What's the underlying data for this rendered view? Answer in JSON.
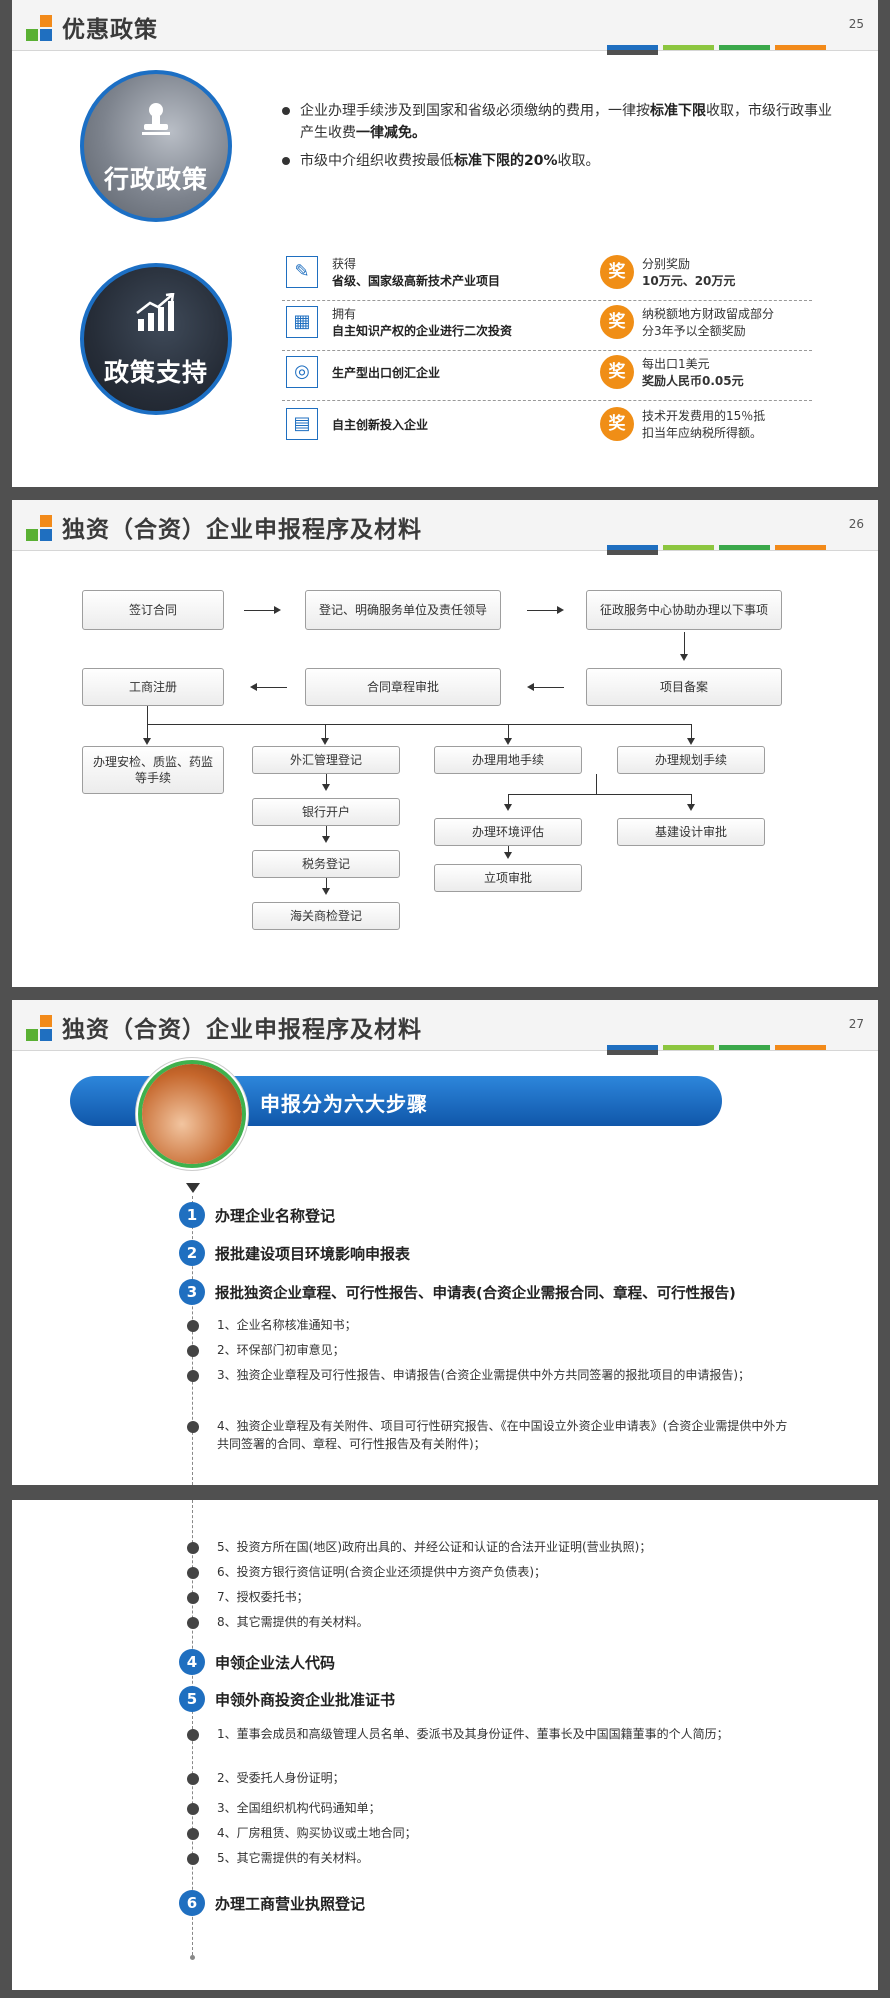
{
  "slide1": {
    "title": "优惠政策",
    "page": "25",
    "circle1_label": "行政政策",
    "circle2_label": "政策支持",
    "bullet1": {
      "a": "企业办理手续涉及到国家和省级必须缴纳的费用，一律按",
      "b": "标准下限",
      "c": "收取，市级行政事业产生收费",
      "d": "一律减免。"
    },
    "bullet2": {
      "a": "市级中介组织收费按最低",
      "b": "标准下限的20%",
      "c": "收取。"
    },
    "award_label": "奖",
    "supports": [
      {
        "line1": "获得",
        "line2": "省级、国家级高新技术产业项目",
        "award1": "分别奖励",
        "award2": "10万元、20万元"
      },
      {
        "line1": "拥有",
        "line2": "自主知识产权的企业进行二次投资",
        "award1": "纳税额地方财政留成部分",
        "award2": "分3年予以全额奖励"
      },
      {
        "line1": "",
        "line2": "生产型出口创汇企业",
        "award1": "每出口1美元",
        "award2": "奖励人民币0.05元"
      },
      {
        "line1": "",
        "line2": "自主创新投入企业",
        "award1": "技术开发费用的15％抵",
        "award2": "扣当年应纳税所得额。"
      }
    ]
  },
  "slide2": {
    "title": "独资（合资）企业申报程序及材料",
    "page": "26",
    "boxes": {
      "sign": "签订合同",
      "register": "登记、明确服务单位及责任领导",
      "service": "征政服务中心协助办理以下事项",
      "filing": "项目备案",
      "charter": "合同章程审批",
      "biz_reg": "工商注册",
      "safety": "办理安检、质监、药监等手续",
      "forex": "外汇管理登记",
      "bank": "银行开户",
      "tax": "税务登记",
      "customs": "海关商检登记",
      "land": "办理用地手续",
      "env": "办理环境评估",
      "approval": "立项审批",
      "planning": "办理规划手续",
      "design": "基建设计审批"
    }
  },
  "slide3": {
    "title": "独资（合资）企业申报程序及材料",
    "page": "27",
    "banner": "申报分为六大步骤",
    "steps": [
      {
        "num": "1",
        "text": "办理企业名称登记"
      },
      {
        "num": "2",
        "text": "报批建设项目环境影响申报表"
      },
      {
        "num": "3",
        "text": "报批独资企业章程、可行性报告、申请表(合资企业需报合同、章程、可行性报告)"
      }
    ],
    "step3_items": [
      "1、企业名称核准通知书；",
      "2、环保部门初审意见；",
      "3、独资企业章程及可行性报告、申请报告(合资企业需提供中外方共同签署的报批项目的申请报告)；",
      "4、独资企业章程及有关附件、项目可行性研究报告、《在中国设立外资企业申请表》(合资企业需提供中外方共同签署的合同、章程、可行性报告及有关附件)；"
    ]
  },
  "slide4": {
    "step3_more": [
      "5、投资方所在国(地区)政府出具的、并经公证和认证的合法开业证明(营业执照)；",
      "6、投资方银行资信证明(合资企业还须提供中方资产负债表)；",
      "7、授权委托书；",
      "8、其它需提供的有关材料。"
    ],
    "steps": [
      {
        "num": "4",
        "text": "申领企业法人代码"
      },
      {
        "num": "5",
        "text": "申领外商投资企业批准证书"
      },
      {
        "num": "6",
        "text": "办理工商营业执照登记"
      }
    ],
    "step5_items": [
      "1、董事会成员和高级管理人员名单、委派书及其身份证件、董事长及中国国籍董事的个人简历；",
      "2、受委托人身份证明；",
      "3、全国组织机构代码通知单；",
      "4、厂房租赁、购买协议或土地合同；",
      "5、其它需提供的有关材料。"
    ]
  },
  "colors": {
    "accent_blue": "#1f6fc0",
    "orange": "#f08e16",
    "green": "#3fb14d",
    "stripes": [
      "#1f6fc0",
      "#8cc63f",
      "#3aa84a",
      "#f28a1a",
      "#505050"
    ]
  }
}
